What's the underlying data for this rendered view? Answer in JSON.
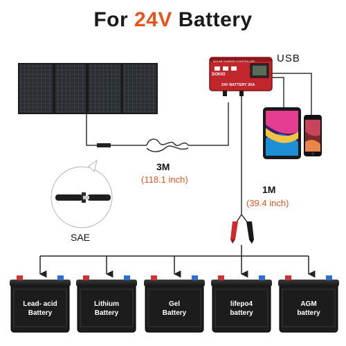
{
  "title": {
    "prefix": "For ",
    "accent": "24V",
    "suffix": " Battery"
  },
  "colors": {
    "accent": "#e8541e",
    "controller_red": "#c0262b",
    "wire": "#333333"
  },
  "labels": {
    "usb": "USB",
    "cable1_length": "3M",
    "cable1_imperial": "(118.1 inch)",
    "cable2_length": "1M",
    "cable2_imperial": "(39.4 inch)",
    "sae": "SAE"
  },
  "controller": {
    "brand": "DOKIO",
    "model": "24V BATTERY 20A",
    "header": "SOLAR CHARGE CONTROLLER"
  },
  "batteries": [
    {
      "line1": "Lead- acid",
      "line2": "Battery"
    },
    {
      "line1": "Lithium",
      "line2": "Battery"
    },
    {
      "line1": "Gel",
      "line2": "Battery"
    },
    {
      "line1": "lifepo4",
      "line2": "battery"
    },
    {
      "line1": "AGM",
      "line2": "battery"
    }
  ]
}
